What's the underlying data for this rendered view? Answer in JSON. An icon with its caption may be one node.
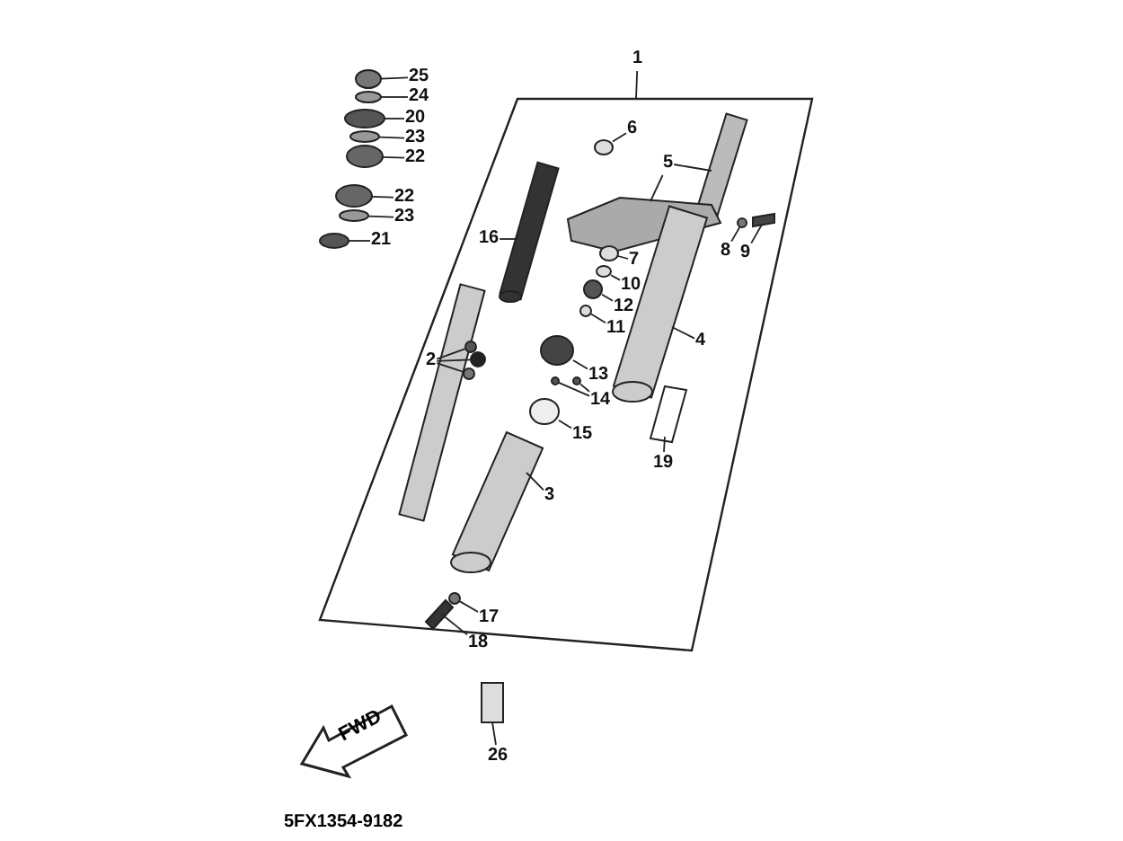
{
  "diagram": {
    "nodes": [
      {
        "text": [
          "25"
        ]
      },
      {
        "text": [
          "24"
        ]
      },
      {
        "text": [
          "20"
        ]
      },
      {
        "text": [
          "23"
        ]
      },
      {
        "text": [
          "22"
        ]
      },
      {
        "text": [
          "22"
        ]
      },
      {
        "text": [
          "23"
        ]
      },
      {
        "text": [
          "21"
        ]
      },
      {
        "text": [
          "1"
        ]
      },
      {
        "text": [],
        "shape": "parallelogram"
      },
      {
        "text": [
          "6"
        ],
        "in": 9
      },
      {
        "text": [
          "5"
        ],
        "in": 9
      },
      {
        "text": [
          "16"
        ],
        "in": 9
      },
      {
        "text": [
          "8"
        ],
        "in": 9
      },
      {
        "text": [
          "9"
        ],
        "in": 9
      },
      {
        "text": [
          "7"
        ],
        "in": 9
      },
      {
        "text": [
          "10"
        ],
        "in": 9
      },
      {
        "text": [
          "12"
        ],
        "in": 9
      },
      {
        "text": [
          "11"
        ],
        "in": 9
      },
      {
        "text": [
          "4"
        ],
        "in": 9
      },
      {
        "text": [
          "2"
        ],
        "in": 9
      },
      {
        "text": [
          "13"
        ],
        "in": 9
      },
      {
        "text": [
          "14"
        ],
        "in": 9
      },
      {
        "text": [
          "15"
        ],
        "in": 9
      },
      {
        "text": [
          "19"
        ],
        "in": 9
      },
      {
        "text": [
          "3"
        ],
        "in": 9
      },
      {
        "text": [
          "17"
        ],
        "in": 9
      },
      {
        "text": [
          "18"
        ],
        "in": 9
      },
      {
        "text": [
          "FWD"
        ]
      },
      {
        "text": [
          "26"
        ]
      },
      {
        "text": [],
        "shape": "circle"
      },
      {
        "text": [],
        "shape": "circle"
      },
      {
        "text": [],
        "shape": "circle"
      },
      {
        "text": [],
        "shape": "circle"
      },
      {
        "text": [],
        "shape": "circle"
      },
      {
        "text": [],
        "shape": "circle"
      },
      {
        "text": [],
        "shape": "circle"
      },
      {
        "text": [],
        "shape": "circle"
      },
      {
        "text": [],
        "shape": "bar",
        "in": 9
      },
      {
        "text": [],
        "shape": "circle",
        "in": 9
      },
      {
        "text": [],
        "shape": "picture",
        "in": 9
      },
      {
        "text": [],
        "shape": "bar",
        "in": 9
      },
      {
        "text": [],
        "shape": "circle",
        "in": 9
      },
      {
        "text": [],
        "shape": "bar",
        "in": 9
      },
      {
        "text": [],
        "shape": "circle",
        "in": 9
      },
      {
        "text": [],
        "shape": "circle",
        "in": 9
      },
      {
        "text": [],
        "shape": "circle",
        "in": 9
      },
      {
        "text": [],
        "shape": "circle",
        "in": 9
      },
      {
        "text": [],
        "shape": "bar",
        "in": 9
      },
      {
        "text": [],
        "shape": "circle",
        "in": 9
      },
      {
        "text": [],
        "shape": "circle",
        "in": 9
      },
      {
        "text": [],
        "shape": "circle",
        "in": 9
      },
      {
        "text": [],
        "shape": "circle",
        "in": 9
      },
      {
        "text": [],
        "shape": "circle",
        "in": 9
      },
      {
        "text": [],
        "shape": "circle",
        "in": 9
      },
      {
        "text": [],
        "shape": "circle",
        "in": 9
      },
      {
        "text": [],
        "shape": "box",
        "in": 9
      },
      {
        "text": [],
        "shape": "bar",
        "in": 9
      },
      {
        "text": [],
        "shape": "circle",
        "in": 9
      },
      {
        "text": [],
        "shape": "bar",
        "in": 9
      },
      {
        "text": [],
        "shape": "box"
      }
    ],
    "edges": [
      {
        "from": 0,
        "to": 30,
        "arrow": "none"
      },
      {
        "from": 1,
        "to": 31,
        "arrow": "none"
      },
      {
        "from": 2,
        "to": 32,
        "arrow": "none"
      },
      {
        "from": 3,
        "to": 33,
        "arrow": "none"
      },
      {
        "from": 4,
        "to": 34,
        "arrow": "none"
      },
      {
        "from": 5,
        "to": 35,
        "arrow": "none"
      },
      {
        "from": 6,
        "to": 36,
        "arrow": "none"
      },
      {
        "from": 7,
        "to": 37,
        "arrow": "none"
      },
      {
        "from": 8,
        "to": 9,
        "arrow": "none"
      },
      {
        "from": 10,
        "to": 39,
        "arrow": "none"
      },
      {
        "from": 11,
        "to": 40,
        "arrow": "none"
      },
      {
        "from": 11,
        "to": 38,
        "arrow": "none"
      },
      {
        "from": 12,
        "to": 41,
        "arrow": "none"
      },
      {
        "from": 13,
        "to": 42,
        "arrow": "none"
      },
      {
        "from": 14,
        "to": 43,
        "arrow": "none"
      },
      {
        "from": 15,
        "to": 44,
        "arrow": "none"
      },
      {
        "from": 16,
        "to": 45,
        "arrow": "none"
      },
      {
        "from": 17,
        "to": 46,
        "arrow": "none"
      },
      {
        "from": 18,
        "to": 47,
        "arrow": "none"
      },
      {
        "from": 19,
        "to": 48,
        "arrow": "none"
      },
      {
        "from": 20,
        "to": 49,
        "arrow": "none"
      },
      {
        "from": 20,
        "to": 50,
        "arrow": "none"
      },
      {
        "from": 20,
        "to": 51,
        "arrow": "none"
      },
      {
        "from": 21,
        "to": 52,
        "arrow": "none"
      },
      {
        "from": 22,
        "to": 53,
        "arrow": "none"
      },
      {
        "from": 22,
        "to": 54,
        "arrow": "none"
      },
      {
        "from": 23,
        "to": 55,
        "arrow": "none"
      },
      {
        "from": 24,
        "to": 56,
        "arrow": "none"
      },
      {
        "from": 25,
        "to": 57,
        "arrow": "none"
      },
      {
        "from": 26,
        "to": 58,
        "arrow": "none"
      },
      {
        "from": 27,
        "to": 59,
        "arrow": "none"
      },
      {
        "from": 29,
        "to": 60,
        "arrow": "none"
      }
    ],
    "labels": [
      "5FX1354-9182"
    ]
  }
}
